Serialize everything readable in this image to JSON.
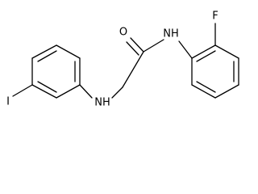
{
  "atoms": {
    "oxygen": "O",
    "amide_nh": "NH",
    "amine_nh": "NH",
    "fluorine": "F",
    "iodine": "I"
  }
}
